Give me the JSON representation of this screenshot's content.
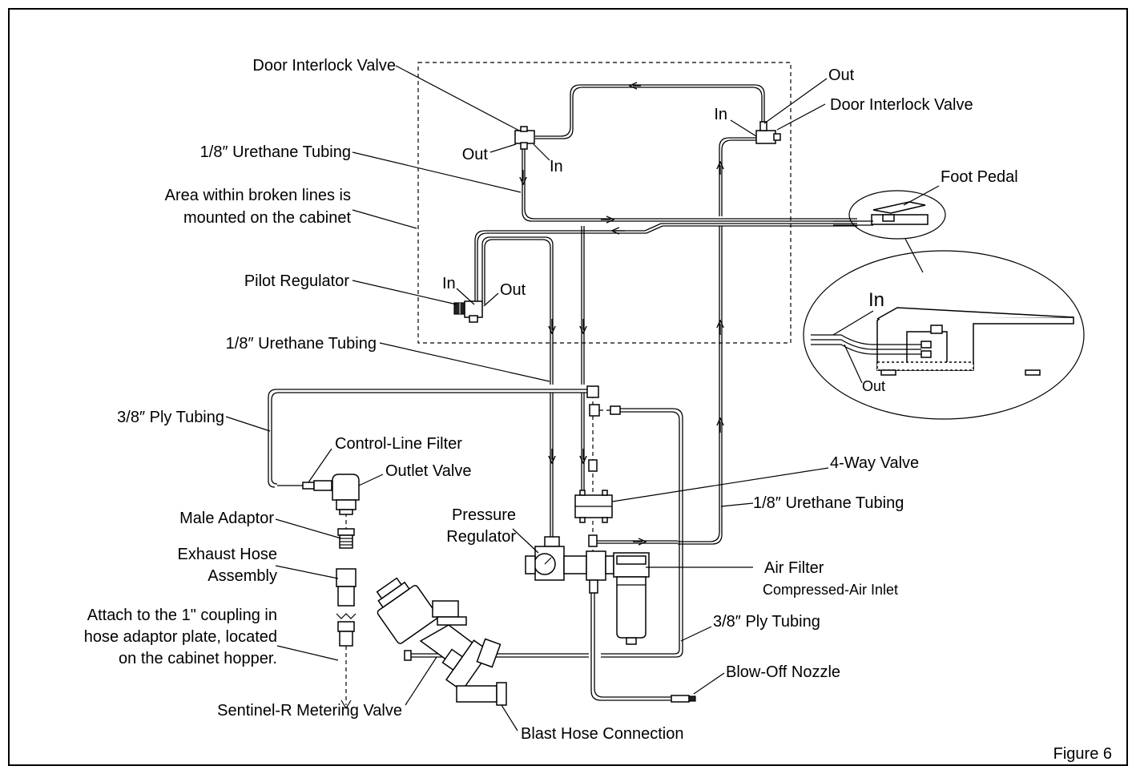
{
  "figure_label": "Figure 6",
  "labels": {
    "door_valve_left": "Door Interlock Valve",
    "door_valve_right": "Door Interlock Valve",
    "out_top": "Out",
    "in_right_valve": "In",
    "out_left_valve": "Out",
    "in_left_valve": "In",
    "tubing_top": "1/8″ Urethane Tubing",
    "area_note_1": "Area within broken lines is",
    "area_note_2": "mounted on the cabinet",
    "foot_pedal": "Foot Pedal",
    "pilot_regulator": "Pilot Regulator",
    "pilot_in": "In",
    "pilot_out": "Out",
    "pedal_in": "In",
    "pedal_out": "Out",
    "tubing_middle": "1/8″ Urethane Tubing",
    "ply_tubing_left": "3/8″ Ply Tubing",
    "control_line_filter": "Control-Line Filter",
    "outlet_valve": "Outlet Valve",
    "four_way_valve": "4-Way Valve",
    "tubing_right": "1/8″ Urethane Tubing",
    "male_adaptor": "Male Adaptor",
    "pressure_regulator_1": "Pressure",
    "pressure_regulator_2": "Regulator",
    "exhaust_hose_1": "Exhaust Hose",
    "exhaust_hose_2": "Assembly",
    "air_filter": "Air Filter",
    "compressed_air_inlet": "Compressed-Air Inlet",
    "attach_note_1": "Attach to the 1\" coupling in",
    "attach_note_2": "hose adaptor plate, located",
    "attach_note_3": "on the cabinet hopper.",
    "ply_tubing_right": "3/8″ Ply Tubing",
    "blow_off_nozzle": "Blow-Off Nozzle",
    "metering_valve": "Sentinel-R Metering Valve",
    "blast_hose": "Blast Hose Connection"
  }
}
